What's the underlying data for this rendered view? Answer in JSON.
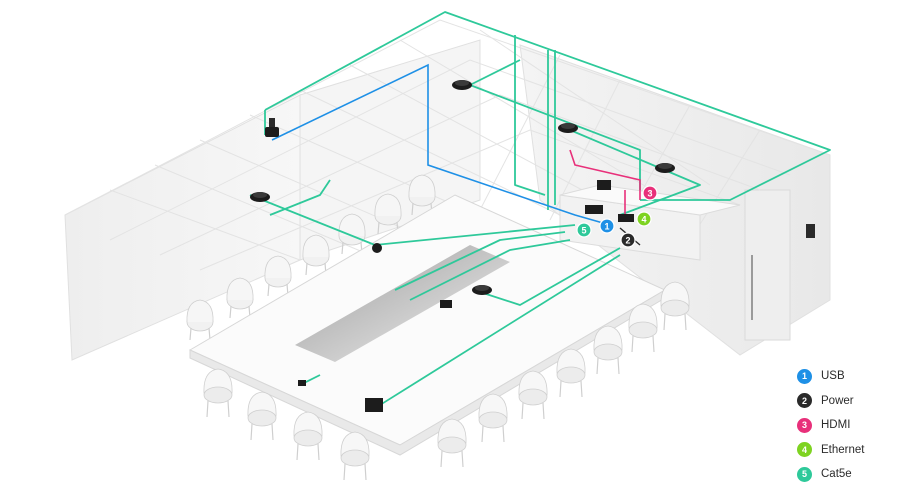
{
  "colors": {
    "usb": "#1e90e6",
    "power": "#2a2a2a",
    "hdmi": "#e8307a",
    "ethernet": "#7ed321",
    "cat5e": "#2ec99a"
  },
  "markers": {
    "m1": "1",
    "m2": "2",
    "m3": "3",
    "m4": "4",
    "m5": "5"
  },
  "legend": {
    "items": [
      {
        "number": "1",
        "label": "USB",
        "color": "#1e90e6"
      },
      {
        "number": "2",
        "label": "Power",
        "color": "#2a2a2a"
      },
      {
        "number": "3",
        "label": "HDMI",
        "color": "#e8307a"
      },
      {
        "number": "4",
        "label": "Ethernet",
        "color": "#7ed321"
      },
      {
        "number": "5",
        "label": "Cat5e",
        "color": "#2ec99a"
      }
    ]
  }
}
